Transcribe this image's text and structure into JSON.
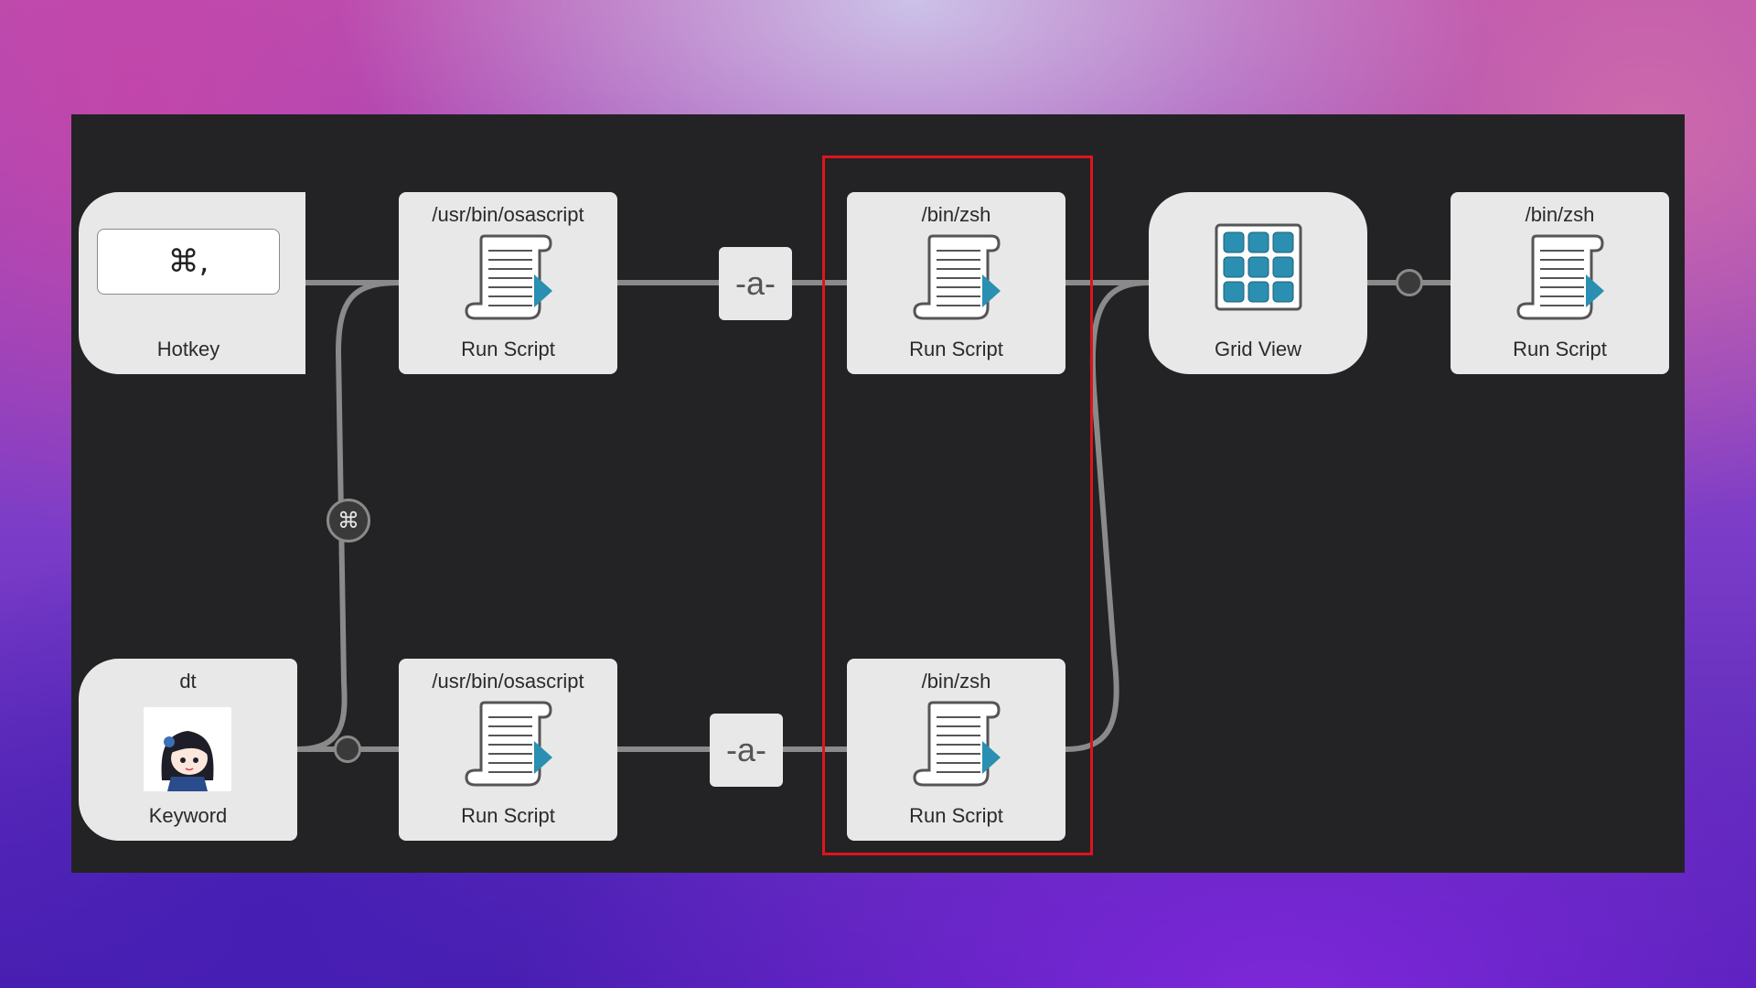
{
  "hotkey": {
    "shortcut": "⌘,",
    "label": "Hotkey"
  },
  "keyword": {
    "keyword": "dt",
    "label": "Keyword"
  },
  "scripts": [
    {
      "path": "/usr/bin/osascript",
      "label": "Run Script"
    },
    {
      "path": "/bin/zsh",
      "label": "Run Script"
    },
    {
      "path": "/bin/zsh",
      "label": "Run Script"
    },
    {
      "path": "/usr/bin/osascript",
      "label": "Run Script"
    },
    {
      "path": "/bin/zsh",
      "label": "Run Script"
    }
  ],
  "grid_view": {
    "label": "Grid View"
  },
  "filters": [
    "-a-",
    "-a-"
  ],
  "modifier_badge": "⌘",
  "colors": {
    "highlight": "#e0141c",
    "script_accent": "#2a8fb0",
    "canvas": "#232325"
  }
}
